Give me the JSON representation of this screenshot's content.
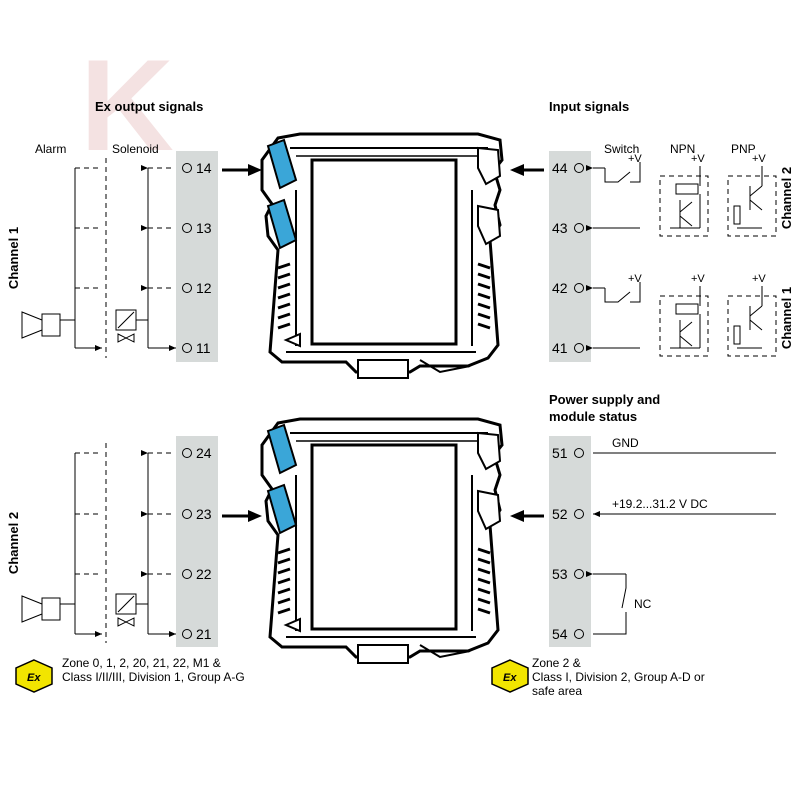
{
  "watermark": "K",
  "headers": {
    "ex_output": "Ex output signals",
    "input": "Input signals",
    "power": [
      "Power supply and",
      "module status"
    ]
  },
  "channels": {
    "ch1": "Channel 1",
    "ch2": "Channel 2"
  },
  "devices": {
    "alarm": "Alarm",
    "solenoid": "Solenoid",
    "switch": "Switch",
    "npn": "NPN",
    "pnp": "PNP",
    "plus_v": "+V"
  },
  "terminals": {
    "left_top": [
      "14",
      "13",
      "12",
      "11"
    ],
    "left_bottom": [
      "24",
      "23",
      "22",
      "21"
    ],
    "right_top": [
      "44",
      "43",
      "42",
      "41"
    ],
    "right_bottom": [
      "51",
      "52",
      "53",
      "54"
    ]
  },
  "power": {
    "gnd": "GND",
    "supply": "+19.2...31.2 V DC",
    "nc": "NC"
  },
  "zones": {
    "ex_symbol": "Ex",
    "left": [
      "Zone 0, 1, 2, 20, 21, 22, M1 &",
      "Class I/II/III, Division 1, Group A-G"
    ],
    "right": [
      "Zone 2 &",
      "Class I, Division 2, Group A-D or",
      "safe area"
    ]
  },
  "colors": {
    "terminal_strip": "#d6dad9",
    "module_accent": "#3aa6d8",
    "ex_badge": "#f2e500",
    "watermark": "#f4e2e2"
  }
}
